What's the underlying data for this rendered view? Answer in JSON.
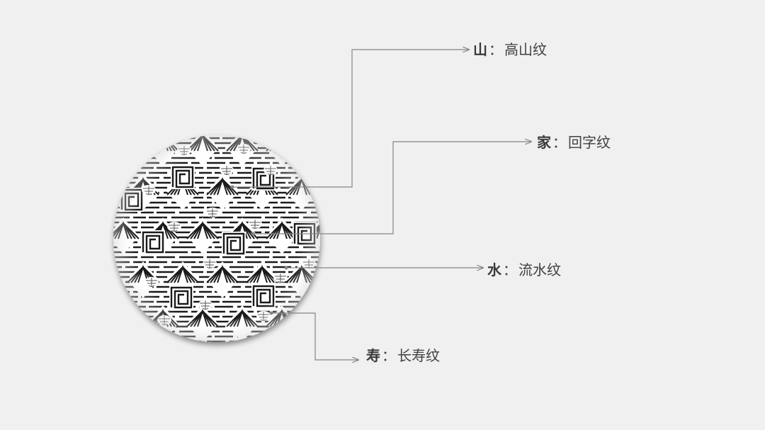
{
  "colors": {
    "background": "#f0f0f0",
    "leader_line": "#7d8a84",
    "pattern_ink": "#1a1a1a",
    "text": "#404040"
  },
  "labels": [
    {
      "key": "山",
      "sep": "：",
      "desc": "高山纹"
    },
    {
      "key": "家",
      "sep": "：",
      "desc": "回字纹"
    },
    {
      "key": "水",
      "sep": "：",
      "desc": "流水纹"
    },
    {
      "key": "寿",
      "sep": "：",
      "desc": "长寿纹"
    }
  ]
}
